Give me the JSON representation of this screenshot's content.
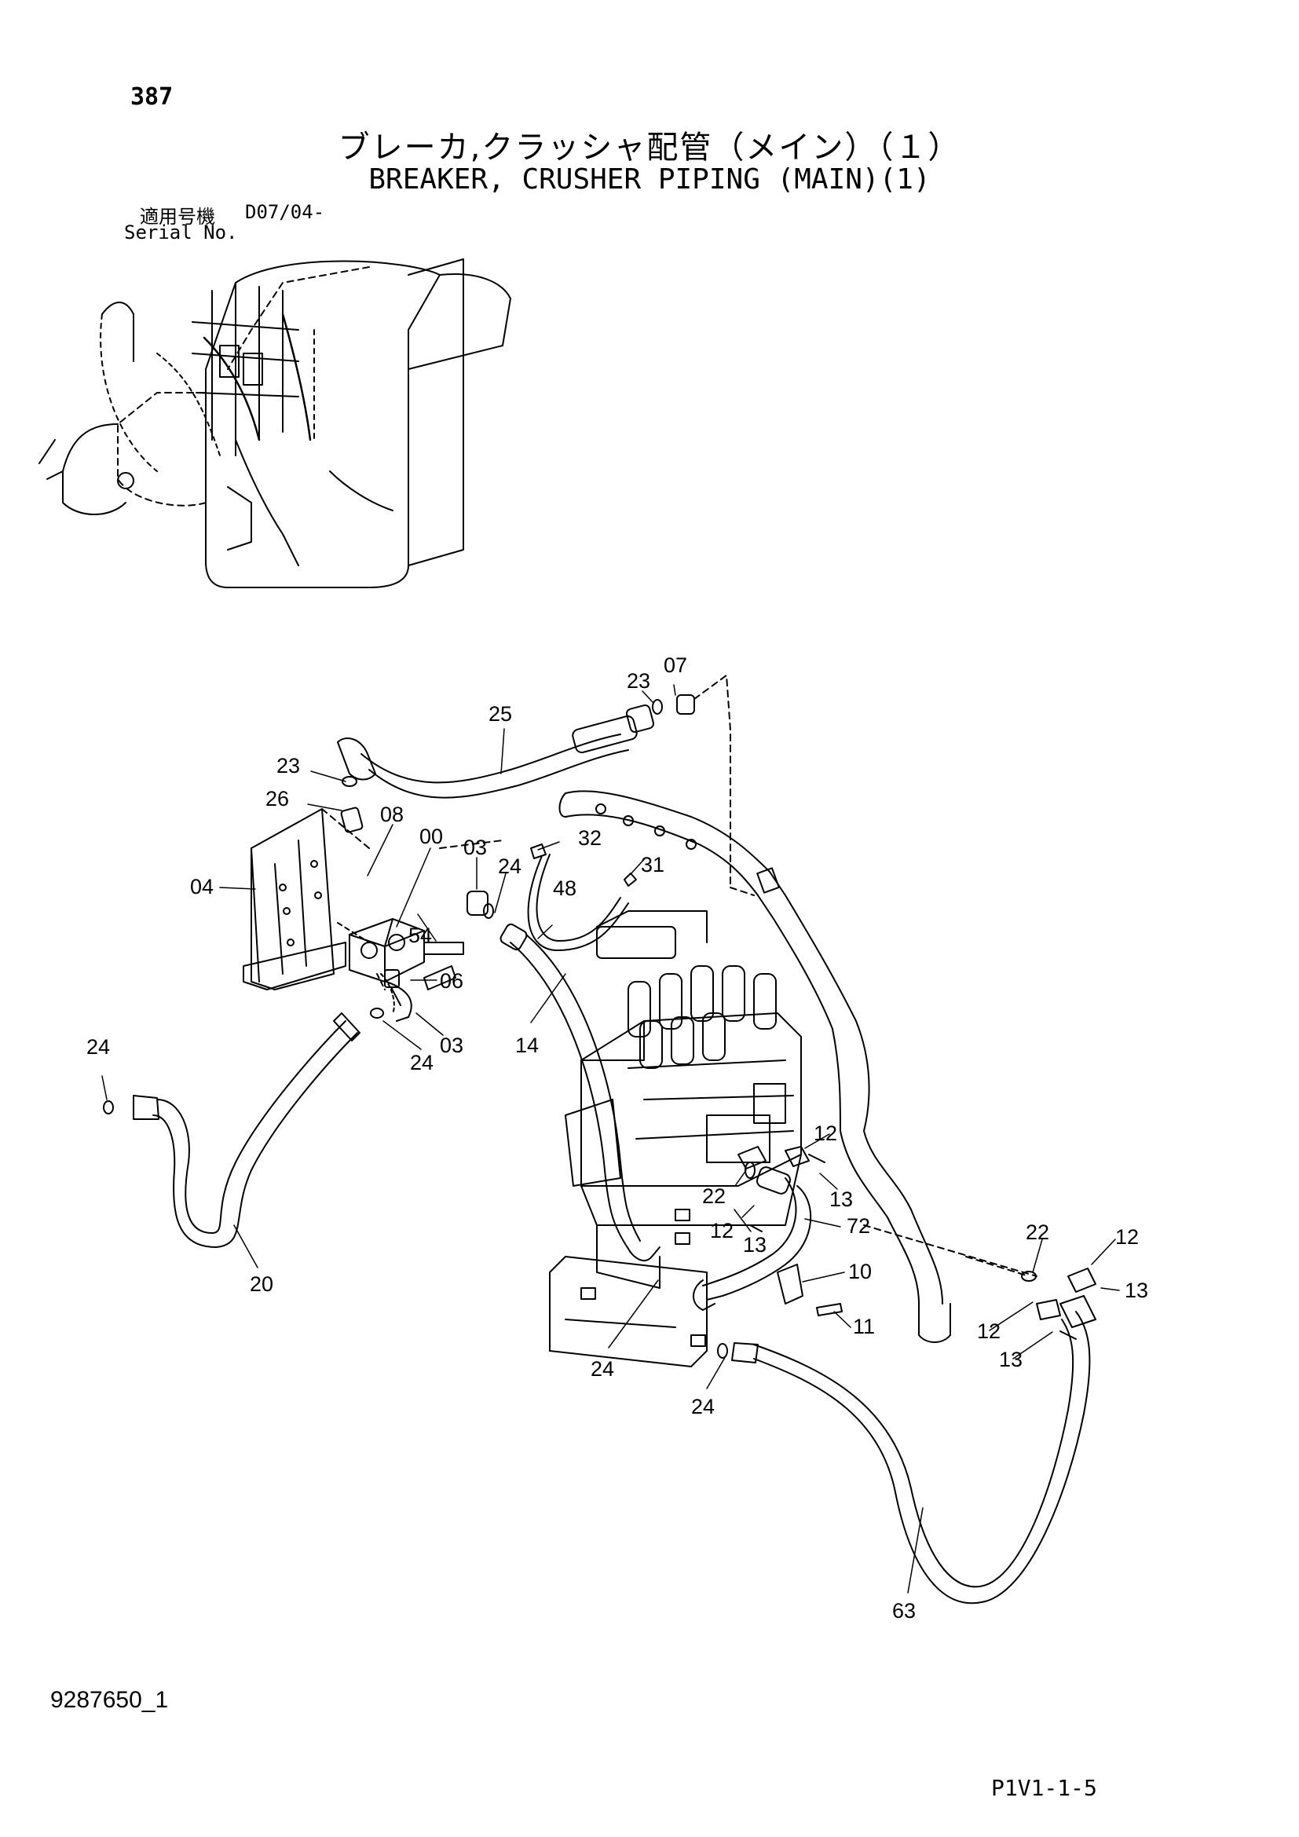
{
  "header": {
    "page_number": "387",
    "title_jp": "ブレーカ,クラッシャ配管（メイン）（１）",
    "title_en": "BREAKER, CRUSHER PIPING (MAIN)(1)",
    "serial_label_jp": "適用号機",
    "serial_code": "D07/04-",
    "serial_label_en": "Serial No."
  },
  "footer": {
    "doc_id": "9287650_1",
    "page_ref": "P1V1-1-5"
  },
  "part_labels": [
    "07",
    "23",
    "25",
    "23",
    "26",
    "08",
    "00",
    "03",
    "32",
    "31",
    "24",
    "48",
    "04",
    "54",
    "06",
    "03",
    "24",
    "14",
    "24",
    "20",
    "12",
    "13",
    "22",
    "12",
    "13",
    "72",
    "22",
    "12",
    "13",
    "10",
    "11",
    "12",
    "13",
    "24",
    "24",
    "63"
  ]
}
